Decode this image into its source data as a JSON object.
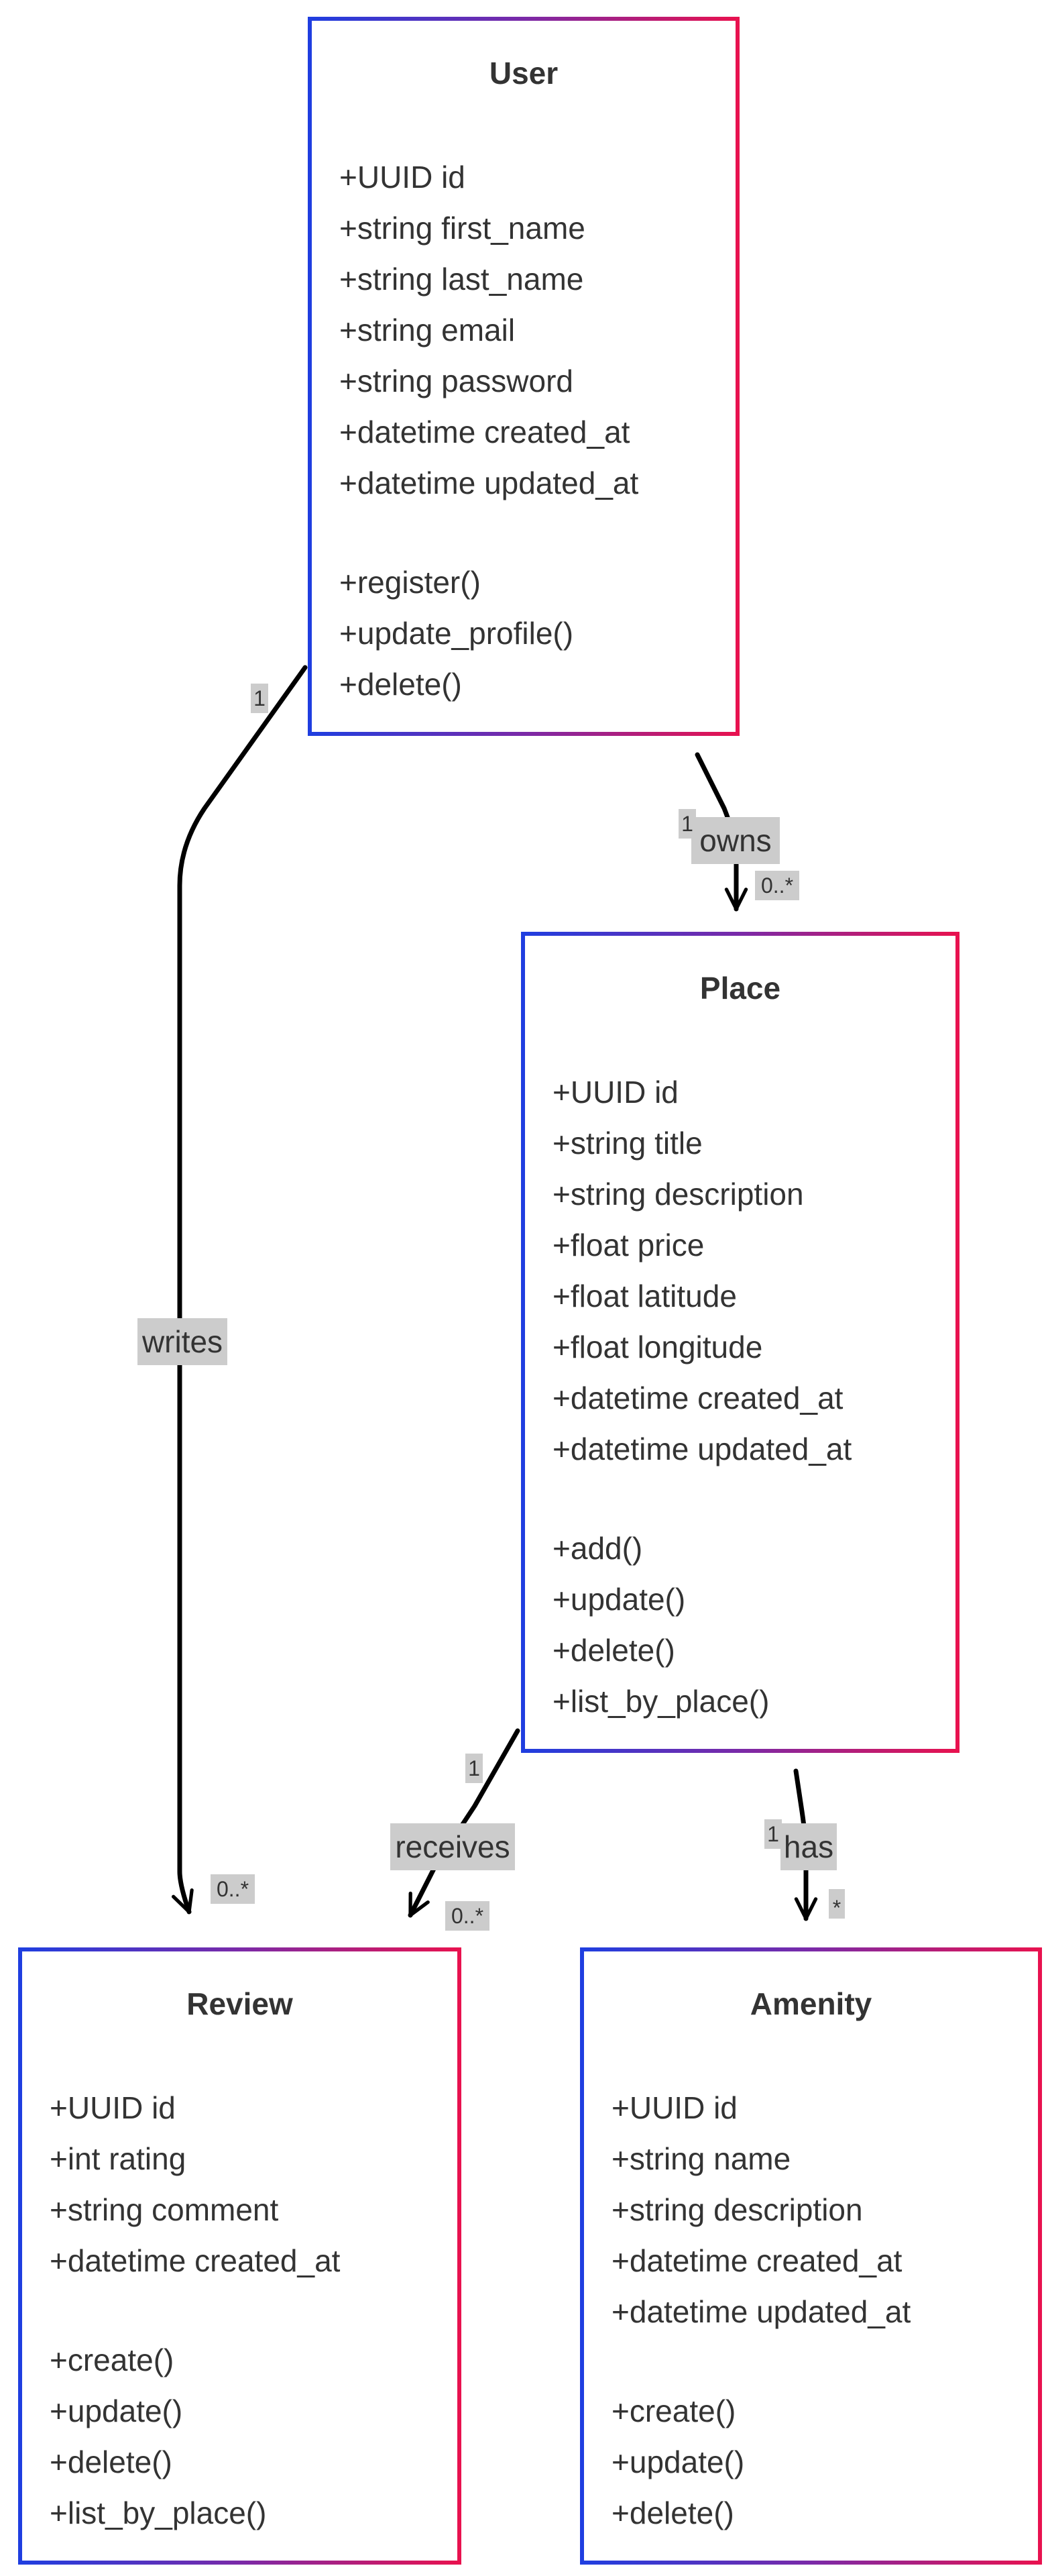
{
  "diagram": {
    "type": "uml-class-diagram",
    "colors": {
      "gradient_start": "#1f3ee0",
      "gradient_mid": "#7a2aa8",
      "gradient_end": "#e8124f",
      "text": "#333333",
      "label_background": "#cccccc",
      "edge": "#000000"
    }
  },
  "classes": {
    "user": {
      "name": "User",
      "attributes": [
        "+UUID id",
        "+string first_name",
        "+string last_name",
        "+string email",
        "+string password",
        "+datetime created_at",
        "+datetime updated_at"
      ],
      "methods": [
        "+register()",
        "+update_profile()",
        "+delete()"
      ]
    },
    "place": {
      "name": "Place",
      "attributes": [
        "+UUID id",
        "+string title",
        "+string description",
        "+float price",
        "+float latitude",
        "+float longitude",
        "+datetime created_at",
        "+datetime updated_at"
      ],
      "methods": [
        "+add()",
        "+update()",
        "+delete()",
        "+list_by_place()"
      ]
    },
    "review": {
      "name": "Review",
      "attributes": [
        "+UUID id",
        "+int rating",
        "+string comment",
        "+datetime created_at"
      ],
      "methods": [
        "+create()",
        "+update()",
        "+delete()",
        "+list_by_place()"
      ]
    },
    "amenity": {
      "name": "Amenity",
      "attributes": [
        "+UUID id",
        "+string name",
        "+string description",
        "+datetime created_at",
        "+datetime updated_at"
      ],
      "methods": [
        "+create()",
        "+update()",
        "+delete()"
      ]
    }
  },
  "relations": {
    "owns": {
      "from": "User",
      "to": "Place",
      "label": "owns",
      "from_mult": "1",
      "to_mult": "0..*"
    },
    "writes": {
      "from": "User",
      "to": "Review",
      "label": "writes",
      "from_mult": "1",
      "to_mult": "0..*"
    },
    "receives": {
      "from": "Place",
      "to": "Review",
      "label": "receives",
      "from_mult": "1",
      "to_mult": "0..*"
    },
    "has": {
      "from": "Place",
      "to": "Amenity",
      "label": "has",
      "from_mult": "1",
      "to_mult": "*"
    }
  }
}
